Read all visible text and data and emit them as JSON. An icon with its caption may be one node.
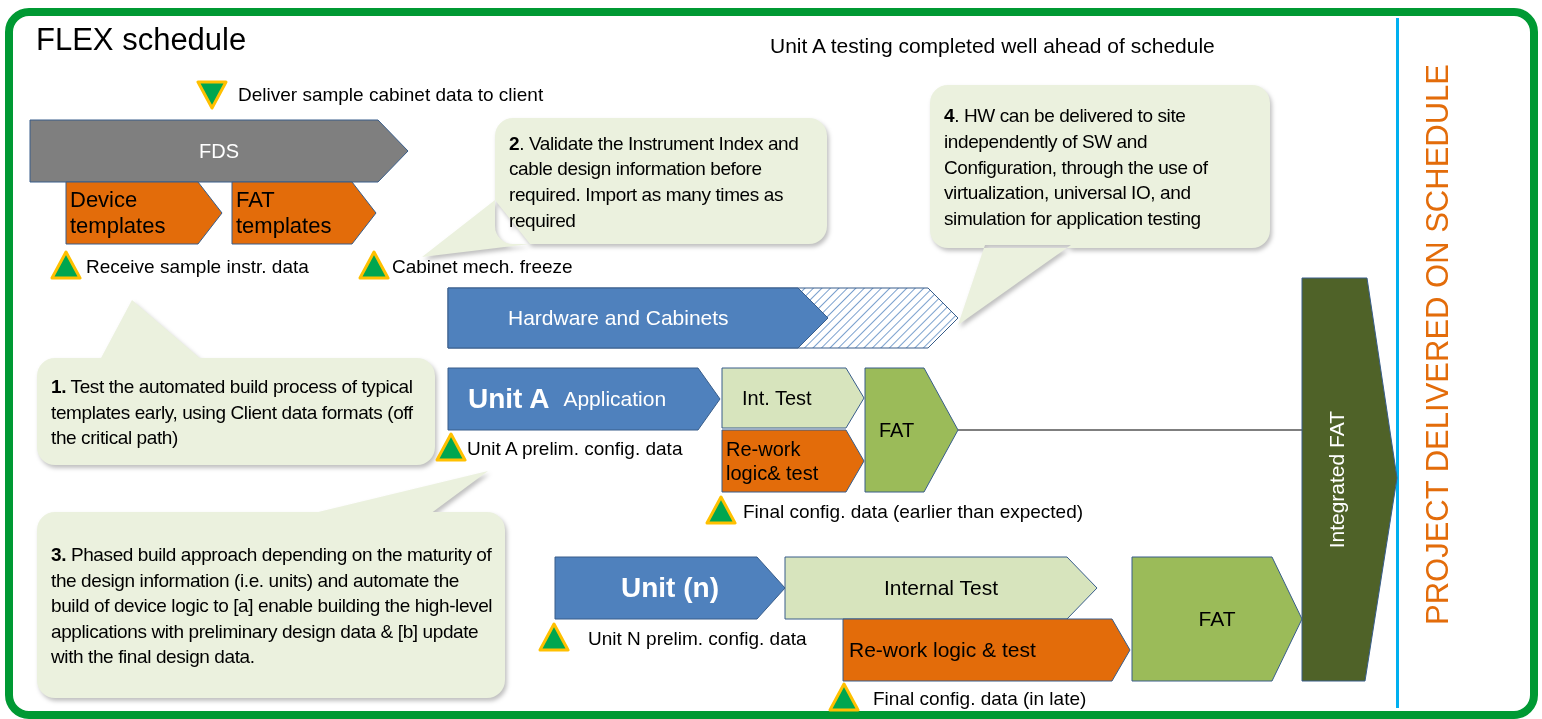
{
  "diagram": {
    "title": "FLEX schedule",
    "nodes": [
      {
        "text": [
          "FDS"
        ]
      },
      {
        "text": [
          "Device templates"
        ]
      },
      {
        "text": [
          "FAT templates"
        ]
      },
      {
        "text": [
          "Hardware and Cabinets"
        ]
      },
      {
        "text": [
          "Unit A",
          "Application"
        ]
      },
      {
        "text": [
          "Int. Test"
        ]
      },
      {
        "text": [
          "Re-work logic& test"
        ]
      },
      {
        "text": [
          "FAT"
        ]
      },
      {
        "text": [
          "Unit (n)"
        ]
      },
      {
        "text": [
          "Internal Test"
        ]
      },
      {
        "text": [
          "Re-work logic & test"
        ]
      },
      {
        "text": [
          "FAT"
        ]
      },
      {
        "text": [
          "Integrated FAT"
        ]
      },
      {
        "text": [
          "**1.** Test the automated build process of typical templates early, using Client data formats (off the critical path)"
        ]
      },
      {
        "text": [
          "**2**. Validate the Instrument Index and cable design information before required. Import as many times as required"
        ]
      },
      {
        "text": [
          "**3.** Phased build approach depending on the maturity of the design information (i.e. units) and automate the build of device logic to [a] enable building the high-level applications with preliminary design data & [b] update with the final design data."
        ]
      },
      {
        "text": [
          "**4**. HW can be delivered to site independently of SW and Configuration, through the use of virtualization, universal IO, and simulation for application testing"
        ]
      }
    ],
    "edges": [
      {
        "from": 7,
        "to": 12,
        "arrow": "none"
      }
    ],
    "labels": [
      "Unit A testing completed well ahead of schedule",
      "Deliver sample cabinet data to client",
      "Receive sample instr. data",
      "Cabinet mech. freeze",
      "Unit A prelim. config. data",
      "Final config. data (earlier than expected)",
      "Unit N prelim. config. data",
      "Final config. data (in late)",
      "PROJECT DELIVERED ON SCHEDULE"
    ]
  }
}
